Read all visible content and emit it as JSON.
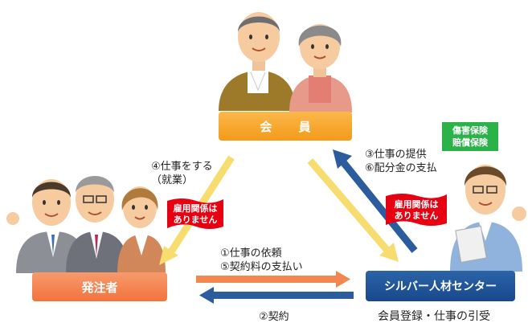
{
  "nodes": {
    "member": "会 員",
    "client": "発注者",
    "center": "シルバー人材センター"
  },
  "edges": {
    "work_line1": "④仕事をする",
    "work_line2": "（就業）",
    "provide_line1": "③仕事の提供",
    "provide_line2": "⑥配分金の支払",
    "request_line1": "①仕事の依頼",
    "request_line2": "⑤契約料の支払い",
    "contract": "②契約"
  },
  "flags": {
    "left_line1": "雇用関係は",
    "left_line2": "ありません",
    "right_line1": "雇用関係は",
    "right_line2": "ありません"
  },
  "insurance": {
    "line1": "傷害保険",
    "line2": "賠償保険"
  },
  "center_caption": "会員登録・仕事の引受",
  "colors": {
    "member_box": "#f5a020",
    "client_box": "#f47a45",
    "center_box": "#1e4f96",
    "yellow_arrow": "#f7dc6f",
    "blue_arrow": "#2a5c9e",
    "orange_arrow": "#f4864f",
    "flag_red": "#e60012",
    "insurance_green": "#2bb34a"
  },
  "icons": [
    "elderly-couple-illustration",
    "business-people-illustration",
    "staff-man-illustration"
  ]
}
